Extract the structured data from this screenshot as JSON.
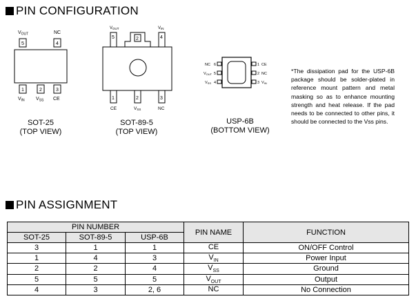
{
  "headings": {
    "pin_config": "PIN CONFIGURATION",
    "pin_assignment": "PIN ASSIGNMENT"
  },
  "sot25": {
    "caption_line1": "SOT-25",
    "caption_line2": "(TOP VIEW)",
    "top_pins": [
      "5",
      "4"
    ],
    "bottom_pins": [
      "1",
      "2",
      "3"
    ],
    "top_labels": [
      "V",
      "NC"
    ],
    "top_label_subs": [
      "OUT",
      ""
    ],
    "bottom_labels": [
      "V",
      "V",
      "CE"
    ],
    "bottom_label_subs": [
      "IN",
      "SS",
      ""
    ]
  },
  "sot89": {
    "caption_line1": "SOT-89-5",
    "caption_line2": "(TOP VIEW)",
    "top_pins": [
      "5",
      "2",
      "4"
    ],
    "bottom_pins": [
      "1",
      "2",
      "3"
    ],
    "top_labels": [
      "V",
      "V"
    ],
    "top_label_subs": [
      "OUT",
      "IN"
    ],
    "bottom_labels": [
      "CE",
      "V",
      "NC"
    ],
    "bottom_label_subs": [
      "",
      "SS",
      ""
    ]
  },
  "usp6b": {
    "caption_line1": "USP-6B",
    "caption_line2": "(BOTTOM VIEW)",
    "left_pins": [
      "6",
      "5",
      "4"
    ],
    "right_pins": [
      "1",
      "2",
      "3"
    ],
    "left_labels": [
      "NC",
      "V",
      "V"
    ],
    "left_label_subs": [
      "",
      "OUT",
      "SS"
    ],
    "right_labels": [
      "CE",
      "NC",
      "V"
    ],
    "right_label_subs": [
      "",
      "",
      "IN"
    ]
  },
  "note": "*The dissipation pad for the USP-6B package should be solder-plated in reference mount pattern and metal masking so as to enhance mounting strength and heat release. If the pad needs to be connected to other pins, it should be connected to the Vss pins.",
  "table": {
    "group_header": "PIN NUMBER",
    "sub_headers": [
      "SOT-25",
      "SOT-89-5",
      "USP-6B"
    ],
    "pin_name_header": "PIN NAME",
    "function_header": "FUNCTION",
    "rows": [
      {
        "sot25": "3",
        "sot89": "1",
        "usp": "1",
        "name": "CE",
        "name_sub": "",
        "func": "ON/OFF Control"
      },
      {
        "sot25": "1",
        "sot89": "4",
        "usp": "3",
        "name": "V",
        "name_sub": "IN",
        "func": "Power Input"
      },
      {
        "sot25": "2",
        "sot89": "2",
        "usp": "4",
        "name": "V",
        "name_sub": "SS",
        "func": "Ground"
      },
      {
        "sot25": "5",
        "sot89": "5",
        "usp": "5",
        "name": "V",
        "name_sub": "OUT",
        "func": "Output"
      },
      {
        "sot25": "4",
        "sot89": "3",
        "usp": "2, 6",
        "name": "NC",
        "name_sub": "",
        "func": "No Connection"
      }
    ]
  }
}
